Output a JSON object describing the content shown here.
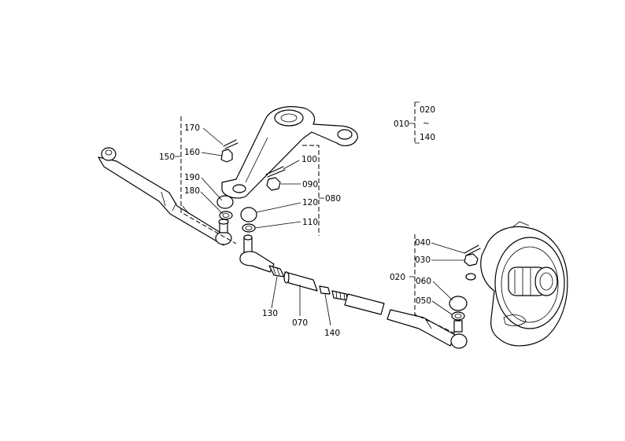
{
  "callouts": {
    "p010": "010",
    "p020_group": "020",
    "p140_group": "140",
    "tilde": "~",
    "p170": "170",
    "p160": "160",
    "p150": "150",
    "p190": "190",
    "p180": "180",
    "p100": "100",
    "p090": "090",
    "p080": "080",
    "p120": "120",
    "p110": "110",
    "p130": "130",
    "p070": "070",
    "p140": "140",
    "p040": "040",
    "p030": "030",
    "p020": "020",
    "p060": "060",
    "p050": "050"
  }
}
